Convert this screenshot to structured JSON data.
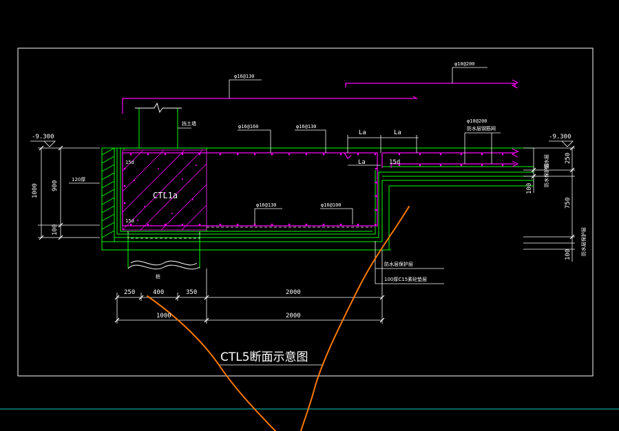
{
  "drawing": {
    "title": "CTL5断面示意图",
    "member_label": "CTL1a",
    "elev_left": "-9.300",
    "elev_right": "-9.300"
  },
  "rebar": {
    "top_long": "φ16@130",
    "top_right": "φ10@200",
    "top_left_mid": "φ16@160",
    "top_mid": "φ16@130",
    "bot_left": "φ16@130",
    "bot_right": "φ16@100",
    "right_spec": "φ10@200",
    "right_spec_2": "防水层钢筋网"
  },
  "labels": {
    "La_1": "La",
    "La_2": "La",
    "La_3": "La",
    "d15_1": "15d",
    "d15_2": "15d",
    "d15_3": "15d",
    "wall_note": "挡土墙",
    "wall_thk": "120厚",
    "pile_note": "桩",
    "waterproof": "防水层保护层",
    "cushion": "100厚C15素砼垫层",
    "r_note_1": "防水层",
    "r_note_2": "防水保护层",
    "r_note_3": "防水层保护层"
  },
  "dims": {
    "d250": "250",
    "d400": "400",
    "d350": "350",
    "d2000a": "2000",
    "d1000": "1000",
    "d2000b": "2000",
    "v1000": "1000",
    "v900": "900",
    "v100": "100",
    "r250": "250",
    "r100a": "100",
    "r750": "750",
    "r100b": "100"
  },
  "colors": {
    "background": "#000000",
    "frame": "#ffffff",
    "rebar": "#ff00ff",
    "outline": "#00ff00",
    "hatch": "#ff00ff",
    "markup": "#ff7a00",
    "axis": "#00c8c8"
  }
}
